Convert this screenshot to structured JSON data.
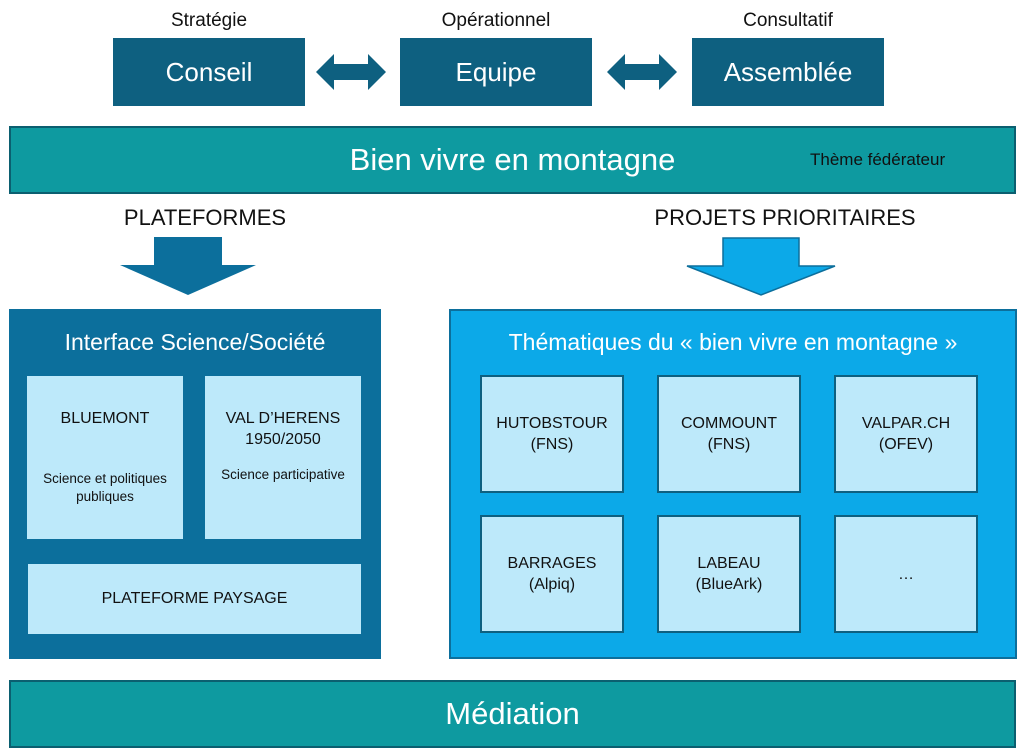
{
  "governance": [
    {
      "role": "Stratégie",
      "name": "Conseil"
    },
    {
      "role": "Opérationnel",
      "name": "Equipe"
    },
    {
      "role": "Consultatif",
      "name": "Assemblée"
    }
  ],
  "theme_band": {
    "title": "Bien vivre en montagne",
    "note": "Thème fédérateur"
  },
  "columns": {
    "left_heading": "PLATEFORMES",
    "right_heading": "PROJETS PRIORITAIRES"
  },
  "platforms": {
    "title": "Interface Science/Société",
    "cards": [
      {
        "title": "BLUEMONT",
        "subtitle": "Science et politiques publiques"
      },
      {
        "title": "VAL D’HERENS\n1950/2050",
        "subtitle": "Science participative"
      }
    ],
    "bottom_card": "PLATEFORME PAYSAGE"
  },
  "projects": {
    "title": "Thématiques du « bien vivre en montagne »",
    "cards": [
      {
        "name": "HUTOBSTOUR",
        "funder": "(FNS)"
      },
      {
        "name": "COMMOUNT",
        "funder": "(FNS)"
      },
      {
        "name": "VALPAR.CH",
        "funder": "(OFEV)"
      },
      {
        "name": "BARRAGES",
        "funder": "(Alpiq)"
      },
      {
        "name": "LABEAU",
        "funder": "(BlueArk)"
      },
      {
        "name": "…",
        "funder": ""
      }
    ]
  },
  "mediation_band": {
    "title": "Médiation"
  },
  "colors": {
    "dark_blue": "#0e6080",
    "teal": "#0e9aa0",
    "mid_blue": "#0c6f9c",
    "bright_blue": "#0ca9e8",
    "light_blue": "#bde9fa"
  }
}
